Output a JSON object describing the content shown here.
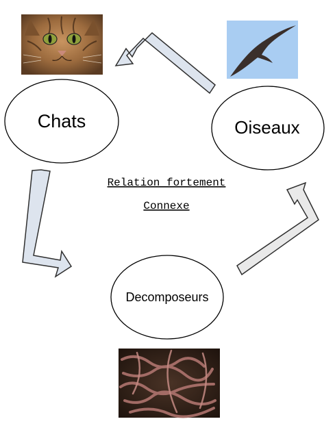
{
  "diagram": {
    "nodes": {
      "chats": {
        "label": "Chats"
      },
      "oiseaux": {
        "label": "Oiseaux"
      },
      "decomposeurs": {
        "label": "Decomposeurs"
      }
    },
    "caption": {
      "line1": "Relation fortement",
      "line2": "Connexe"
    },
    "images": {
      "cat": {
        "icon": "cat-photo"
      },
      "bird": {
        "icon": "swift-bird-photo"
      },
      "worms": {
        "icon": "earthworms-photo"
      }
    },
    "edges": [
      {
        "from": "oiseaux",
        "to": "chats"
      },
      {
        "from": "chats",
        "to": "decomposeurs"
      },
      {
        "from": "decomposeurs",
        "to": "oiseaux"
      }
    ],
    "colors": {
      "arrow_fill": "#dde4ee",
      "arrow_stroke": "#2f2f2f",
      "sky": "#a9cdf2"
    }
  }
}
